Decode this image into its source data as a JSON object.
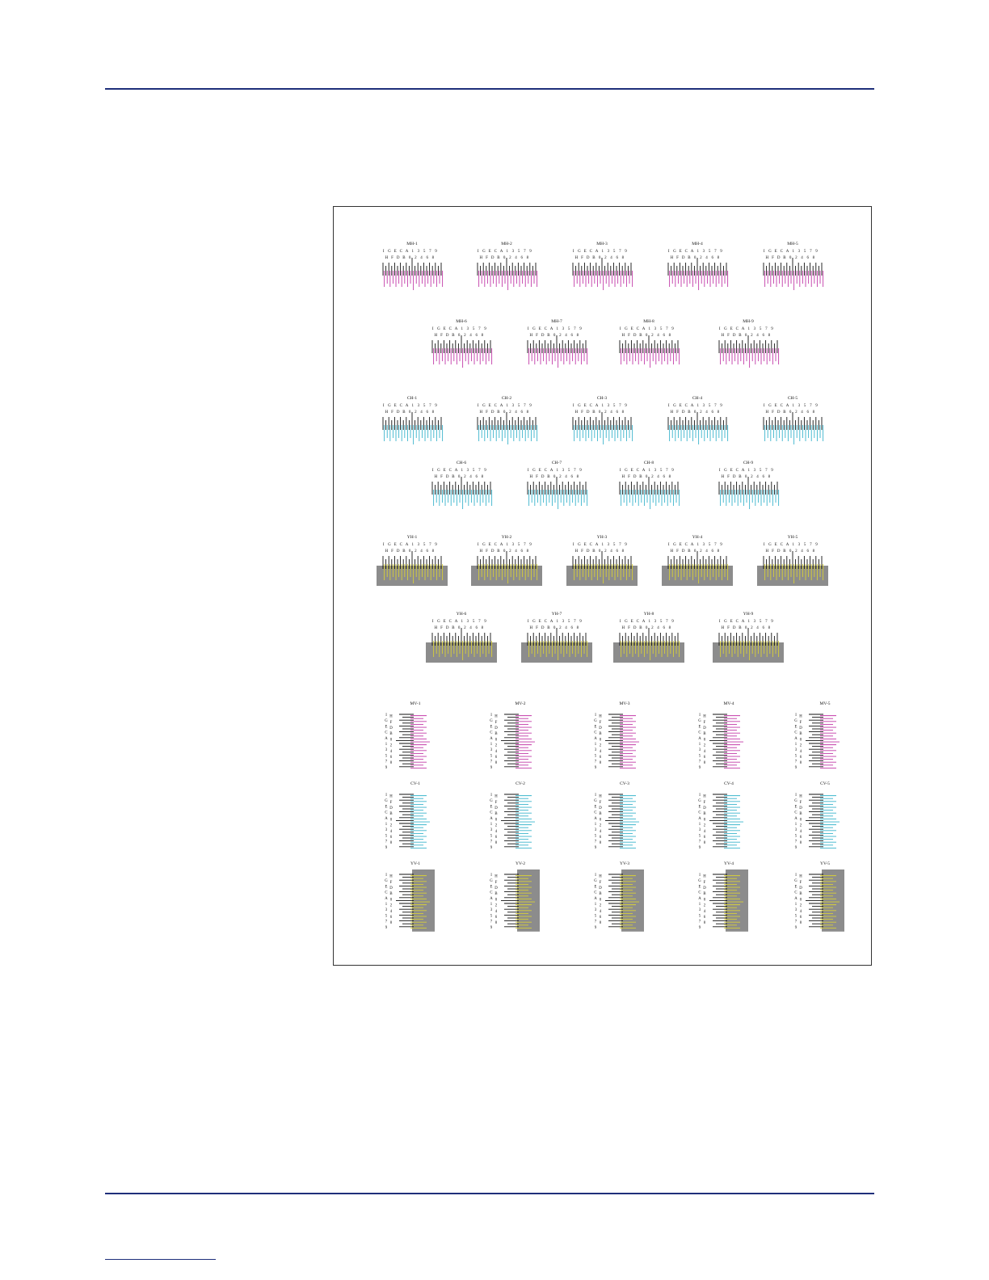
{
  "colors": {
    "rule": "#1f2f7a",
    "black_lines": "#111111",
    "magenta": "#c23aa8",
    "cyan": "#3ab4cc",
    "yellow": "#d8d038",
    "gray_background": "#8c8c8c"
  },
  "chart_data": {
    "type": "color-registration-chart",
    "scale": {
      "top_row": [
        "I",
        "G",
        "E",
        "C",
        "A",
        "1",
        "3",
        "5",
        "7",
        "9"
      ],
      "bottom_row": [
        "H",
        "F",
        "D",
        "B",
        "0",
        "2",
        "4",
        "6",
        "8"
      ],
      "vertical_left": [
        "I",
        "G",
        "E",
        "C",
        "A",
        "1",
        "3",
        "5",
        "7",
        "9"
      ],
      "vertical_right": [
        "H",
        "F",
        "D",
        "B",
        "0",
        "2",
        "4",
        "6",
        "8"
      ]
    },
    "horizontal_groups": [
      {
        "color": "magenta",
        "labels": [
          "MH-1",
          "MH-2",
          "MH-3",
          "MH-4",
          "MH-5",
          "MH-6",
          "MH-7",
          "MH-8",
          "MH-9"
        ]
      },
      {
        "color": "cyan",
        "labels": [
          "CH-1",
          "CH-2",
          "CH-3",
          "CH-4",
          "CH-5",
          "CH-6",
          "CH-7",
          "CH-8",
          "CH-9"
        ]
      },
      {
        "color": "yellow",
        "labels": [
          "YH-1",
          "YH-2",
          "YH-3",
          "YH-4",
          "YH-5",
          "YH-6",
          "YH-7",
          "YH-8",
          "YH-9"
        ]
      }
    ],
    "vertical_groups": [
      {
        "color": "magenta",
        "labels": [
          "MV-1",
          "MV-2",
          "MV-3",
          "MV-4",
          "MV-5"
        ]
      },
      {
        "color": "cyan",
        "labels": [
          "CV-1",
          "CV-2",
          "CV-3",
          "CV-4",
          "CV-5"
        ]
      },
      {
        "color": "yellow",
        "labels": [
          "YV-1",
          "YV-2",
          "YV-3",
          "YV-4",
          "YV-5"
        ]
      }
    ]
  }
}
